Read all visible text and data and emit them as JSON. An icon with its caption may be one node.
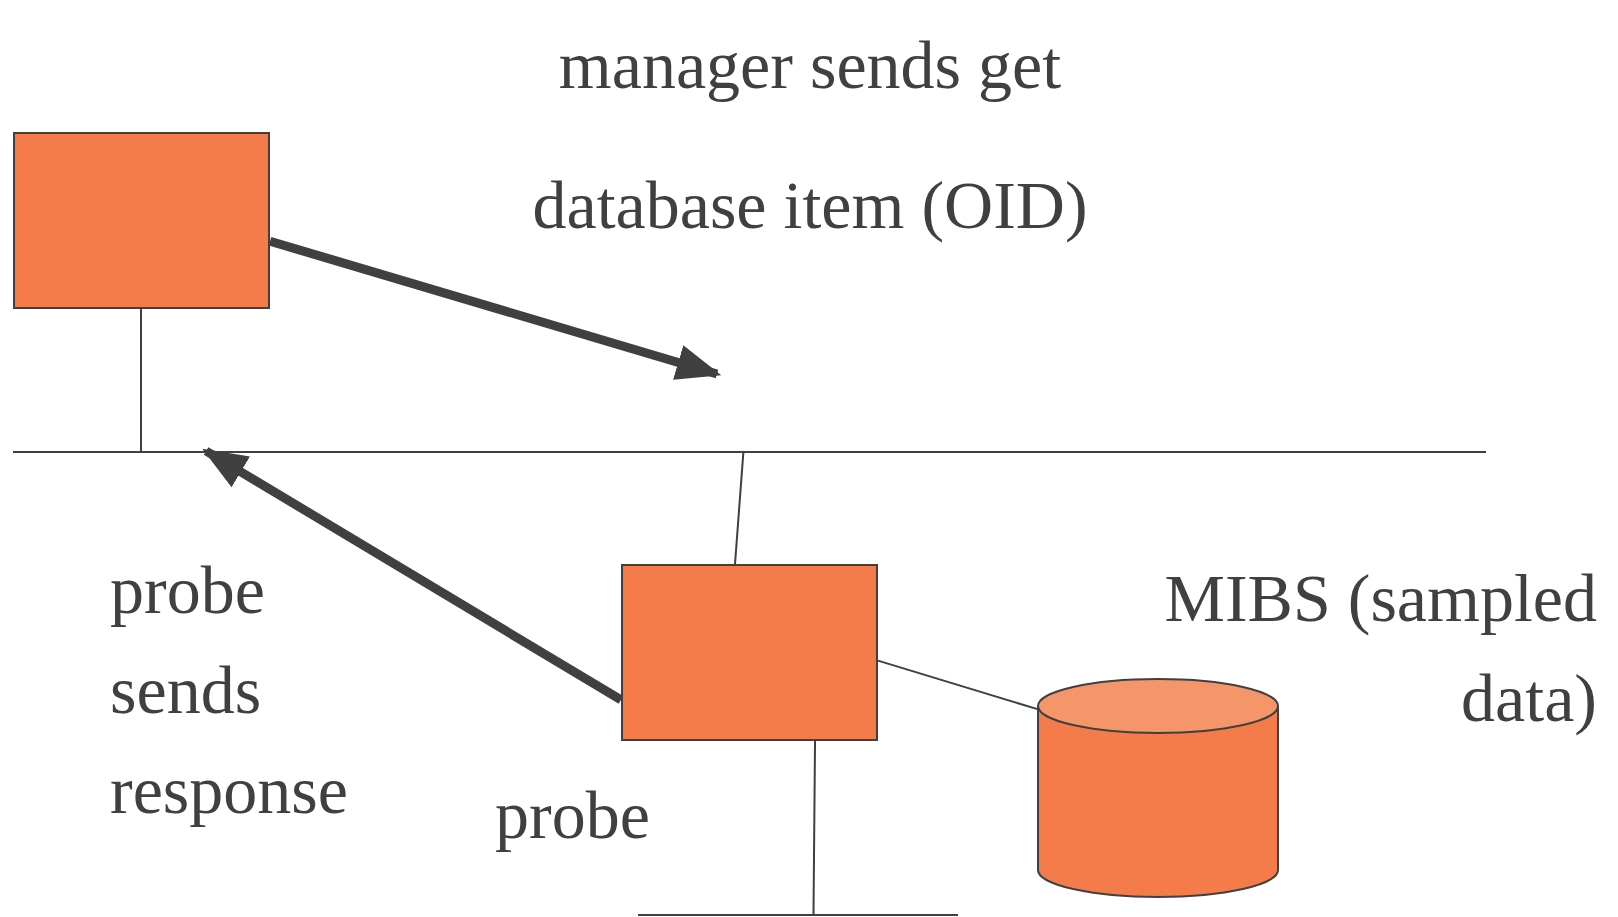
{
  "diagram": {
    "nodes": [
      {
        "text": [],
        "shape": "box"
      },
      {
        "text": [],
        "shape": "bar"
      },
      {
        "text": [],
        "shape": "box",
        "beside": [
          "probe"
        ]
      },
      {
        "text": [],
        "shape": "cylinder",
        "beside": [
          "MIBS (sampled data)"
        ]
      },
      {
        "text": [],
        "shape": "bar"
      }
    ],
    "edges": [
      {
        "from": 0,
        "to": 1,
        "arrow": "none"
      },
      {
        "from": 1,
        "to": 2,
        "arrow": "none"
      },
      {
        "from": 2,
        "to": 3,
        "arrow": "none"
      },
      {
        "from": 2,
        "to": 4,
        "arrow": "none"
      },
      {
        "from": 0,
        "to": null,
        "arrow": "to",
        "label": "manager sends get database item (OID)",
        "style": "thick"
      },
      {
        "from": 2,
        "to": 1,
        "arrow": "to",
        "label": "probe sends response",
        "style": "thick"
      }
    ]
  }
}
